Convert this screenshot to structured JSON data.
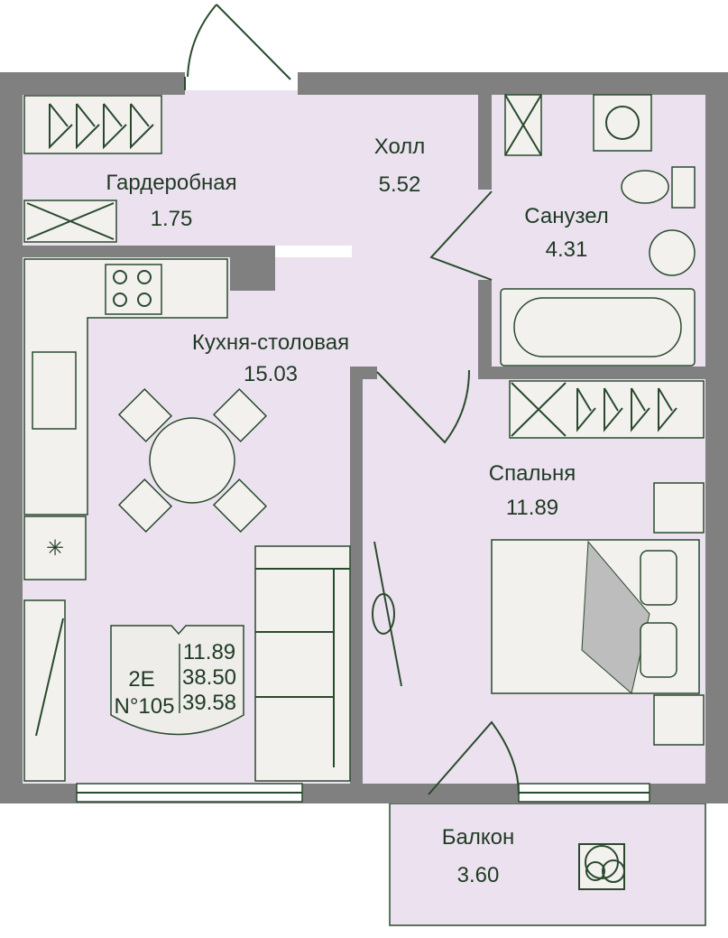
{
  "rooms": [
    {
      "name": "Гардеробная",
      "area": "1.75"
    },
    {
      "name": "Холл",
      "area": "5.52"
    },
    {
      "name": "Санузел",
      "area": "4.31"
    },
    {
      "name": "Кухня-столовая",
      "area": "15.03"
    },
    {
      "name": "Спальня",
      "area": "11.89"
    },
    {
      "name": "Балкон",
      "area": "3.60"
    }
  ],
  "badge": {
    "type": "2E",
    "number": "N°105",
    "living_area": "11.89",
    "total_area": "38.50",
    "total_with_balcony": "39.58"
  },
  "colors": {
    "wall": "#808080",
    "floor": "#ece2ef",
    "ink": "#1f3a24",
    "furniture": "#f2f1ee"
  }
}
